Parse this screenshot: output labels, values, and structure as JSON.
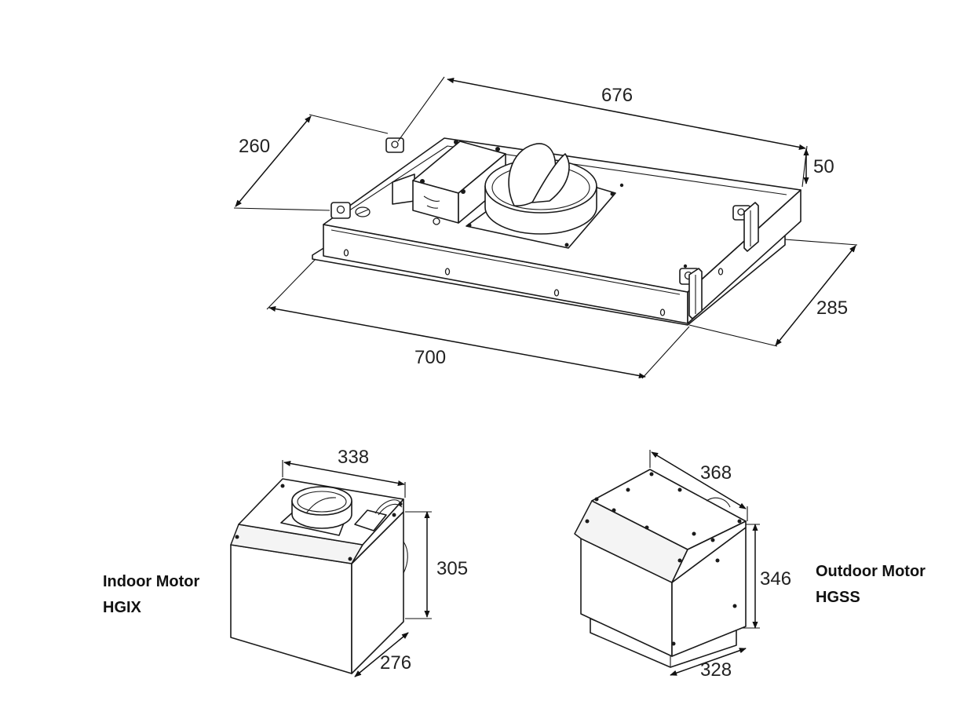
{
  "hood": {
    "dimensions": {
      "length_top": "676",
      "depth_top": "260",
      "height": "50",
      "length_bottom": "700",
      "depth_bottom": "285"
    }
  },
  "indoor_motor": {
    "title": "Indoor Motor",
    "model": "HGIX",
    "dimensions": {
      "width": "338",
      "height": "305",
      "depth": "276"
    }
  },
  "outdoor_motor": {
    "title": "Outdoor Motor",
    "model": "HGSS",
    "dimensions": {
      "width": "368",
      "height": "346",
      "depth": "328"
    }
  }
}
